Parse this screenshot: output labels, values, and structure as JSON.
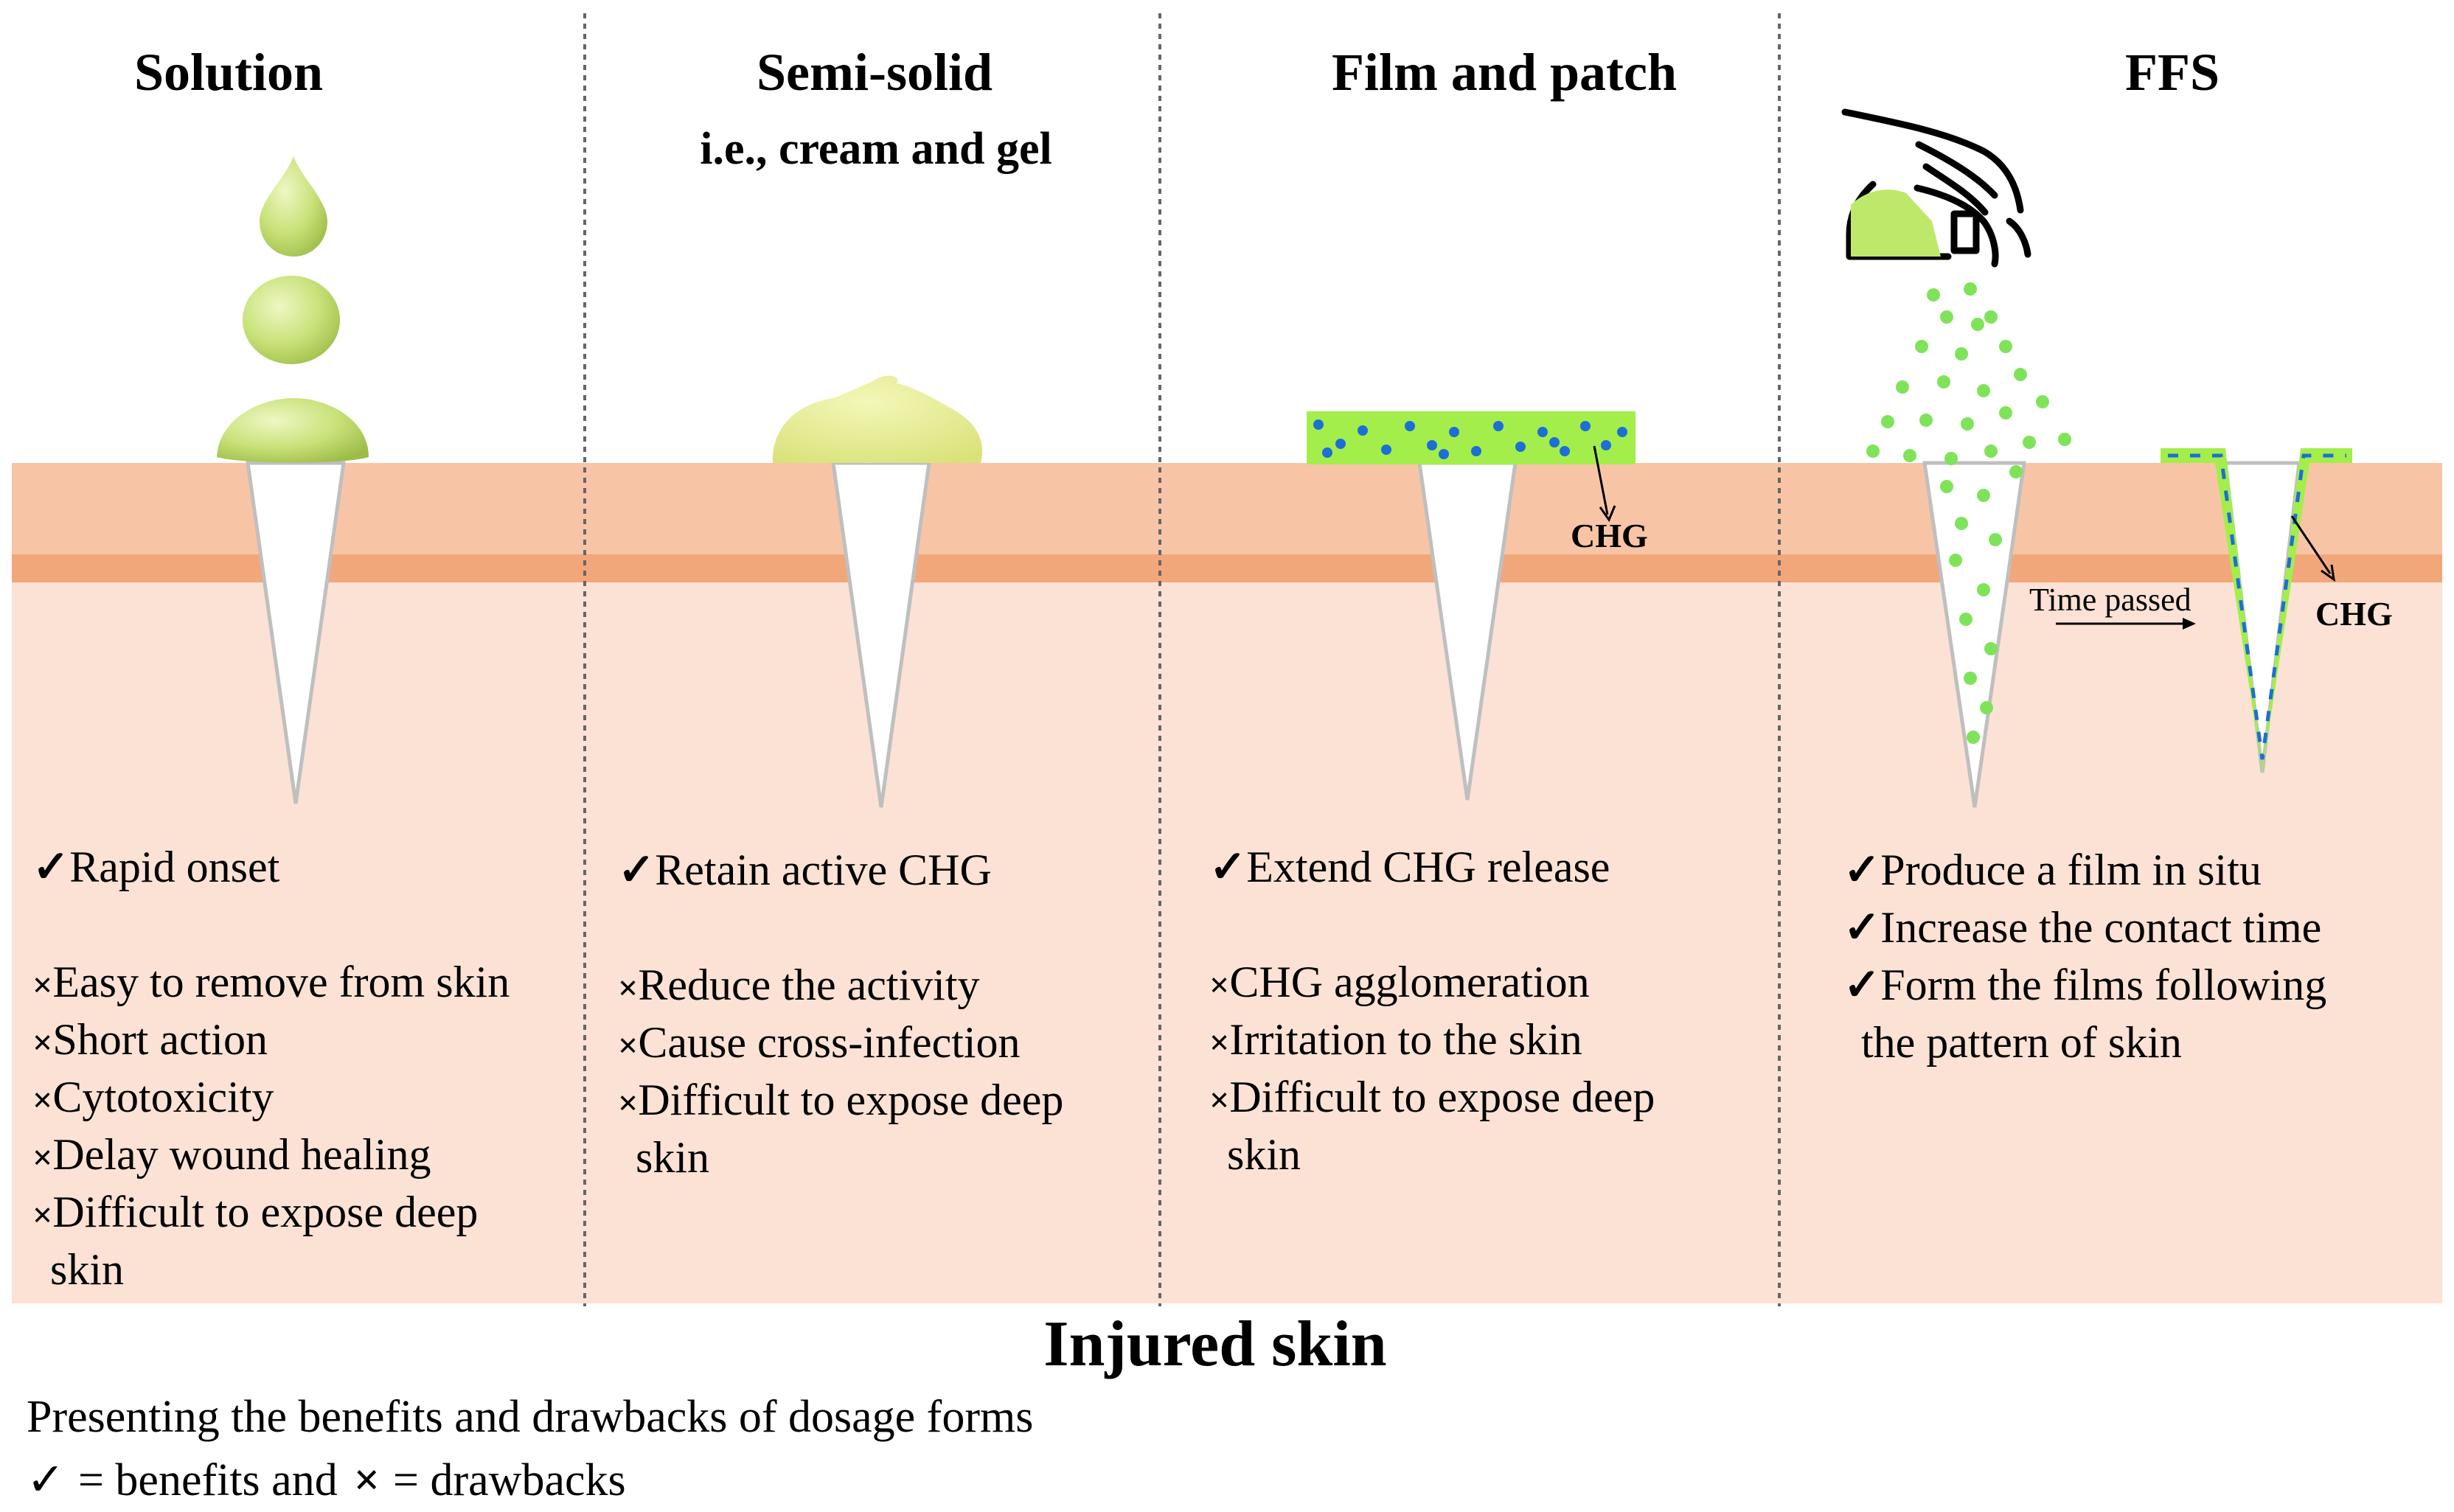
{
  "figure": {
    "bottom_title": "Injured skin",
    "caption": {
      "line1": "Presenting the benefits and drawbacks of dosage forms",
      "benefit_symbol": "✓",
      "benefit_text": "= benefits and",
      "drawback_symbol": "×",
      "drawback_text": "= drawbacks"
    },
    "symbols": {
      "benefit": "✓",
      "drawback": "×"
    },
    "colors": {
      "skin_upper": "#f7c5a6",
      "skin_band": "#f2a77a",
      "skin_lower": "#fbe2d4",
      "liquid": "#c9e27a",
      "cream": "#e6ee8e",
      "film": "#a3ee4a",
      "dots": "#1b6fd6",
      "spray": "#7fe35a"
    }
  },
  "columns": [
    {
      "title": "Solution",
      "subtitle": "",
      "benefits": [
        [
          "Rapid onset"
        ]
      ],
      "drawbacks": [
        [
          "Easy to remove from skin"
        ],
        [
          "Short action"
        ],
        [
          "Cytotoxicity"
        ],
        [
          "Delay wound healing"
        ],
        [
          "Difficult to expose deep",
          "skin"
        ]
      ]
    },
    {
      "title": "Semi-solid",
      "subtitle": "i.e., cream and gel",
      "benefits": [
        [
          "Retain active CHG"
        ]
      ],
      "drawbacks": [
        [
          "Reduce the activity"
        ],
        [
          "Cause cross-infection"
        ],
        [
          "Difficult to expose deep",
          "skin"
        ]
      ]
    },
    {
      "title": "Film and patch",
      "subtitle": "",
      "label": "CHG",
      "benefits": [
        [
          "Extend CHG release"
        ]
      ],
      "drawbacks": [
        [
          "CHG agglomeration"
        ],
        [
          "Irritation to the skin"
        ],
        [
          "Difficult to expose deep",
          "skin"
        ]
      ]
    },
    {
      "title": "FFS",
      "subtitle": "",
      "label": "CHG",
      "time_label": "Time passed",
      "benefits": [
        [
          "Produce a film in situ"
        ],
        [
          "Increase the contact time"
        ],
        [
          "Form the films following",
          "the pattern of skin"
        ]
      ],
      "drawbacks": []
    }
  ]
}
